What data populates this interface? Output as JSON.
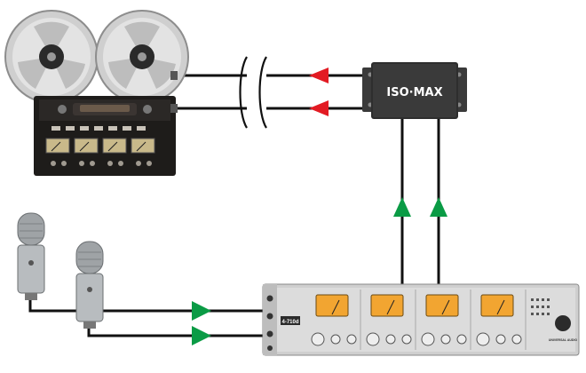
{
  "isomax": {
    "label": "ISO·MAX"
  },
  "preamp": {
    "model_label": "4-710d",
    "brand_label": "UNIVERSAL AUDIO"
  },
  "colors": {
    "cable": "#111111",
    "arrow_return": "#e21b23",
    "arrow_send": "#0a9b45",
    "isomax_box": "#2e2e2e",
    "rack_panel": "#d9d9d9",
    "vu_meter": "#f2a531"
  },
  "icons": {
    "tape_machine": "reel-to-reel-tape-machine-icon",
    "microphone": "condenser-microphone-icon",
    "isomax": "isolation-transformer-box-icon",
    "preamp": "rack-mic-preamp-icon",
    "cable_break": "cable-break-icon"
  },
  "arrows": {
    "return_direction": "left",
    "send_direction": "up",
    "mic_direction": "right"
  }
}
